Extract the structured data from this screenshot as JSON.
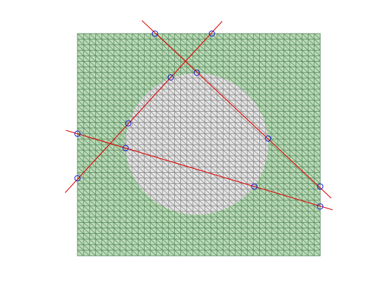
{
  "figure": {
    "colors": {
      "background": "#ffffff",
      "domain_fill": "#bcdcb9",
      "domain_edge": "#5f8f64",
      "disk_fill": "#e6e6e6",
      "disk_edge": "#8c8c8c",
      "line_color": "#e00000",
      "marker_color": "#1010d0"
    },
    "marker_shape": "circle-outline",
    "mesh": "triangular",
    "lines": [
      {
        "id": "line-1",
        "label": ""
      },
      {
        "id": "line-2",
        "label": ""
      },
      {
        "id": "line-3",
        "label": ""
      }
    ]
  }
}
